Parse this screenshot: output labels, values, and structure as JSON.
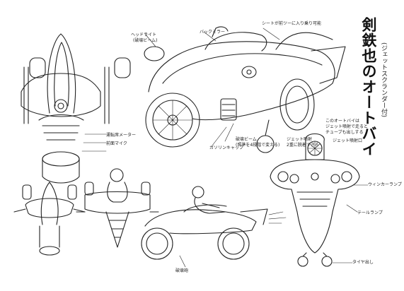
{
  "title": "剣鉄也のオートバイ",
  "subtitle": "(ジェットスクランダー付)",
  "annotations": {
    "headlight": "ヘッドライト",
    "headlight_sub": "(破壊ビーム)",
    "back_mirror": "バックミラー",
    "seat": "シートが前ツーに入り乗り可能",
    "note_auto": "このオートバイは",
    "note_jet": "ジェット噴射で走ると",
    "note_tire": "チューブも出しする",
    "beam": "破壊ビーム",
    "beam_sub": "(照準を4段階で変える)",
    "side_note_1": "ジェット噴射",
    "side_note_2": "2重に脱着できる",
    "winker": "ウィンカーランプ",
    "tail": "テールランプ",
    "tire": "タイヤ出し",
    "front_note": "運転席メーター",
    "front_note2": "前面マイク",
    "jet_exhaust": "ジェット噴射口",
    "fuel_cap": "ガソリンキャップ",
    "cannon": "破壊砲"
  },
  "colors": {
    "ink": "#222222",
    "paper": "#ffffff"
  }
}
